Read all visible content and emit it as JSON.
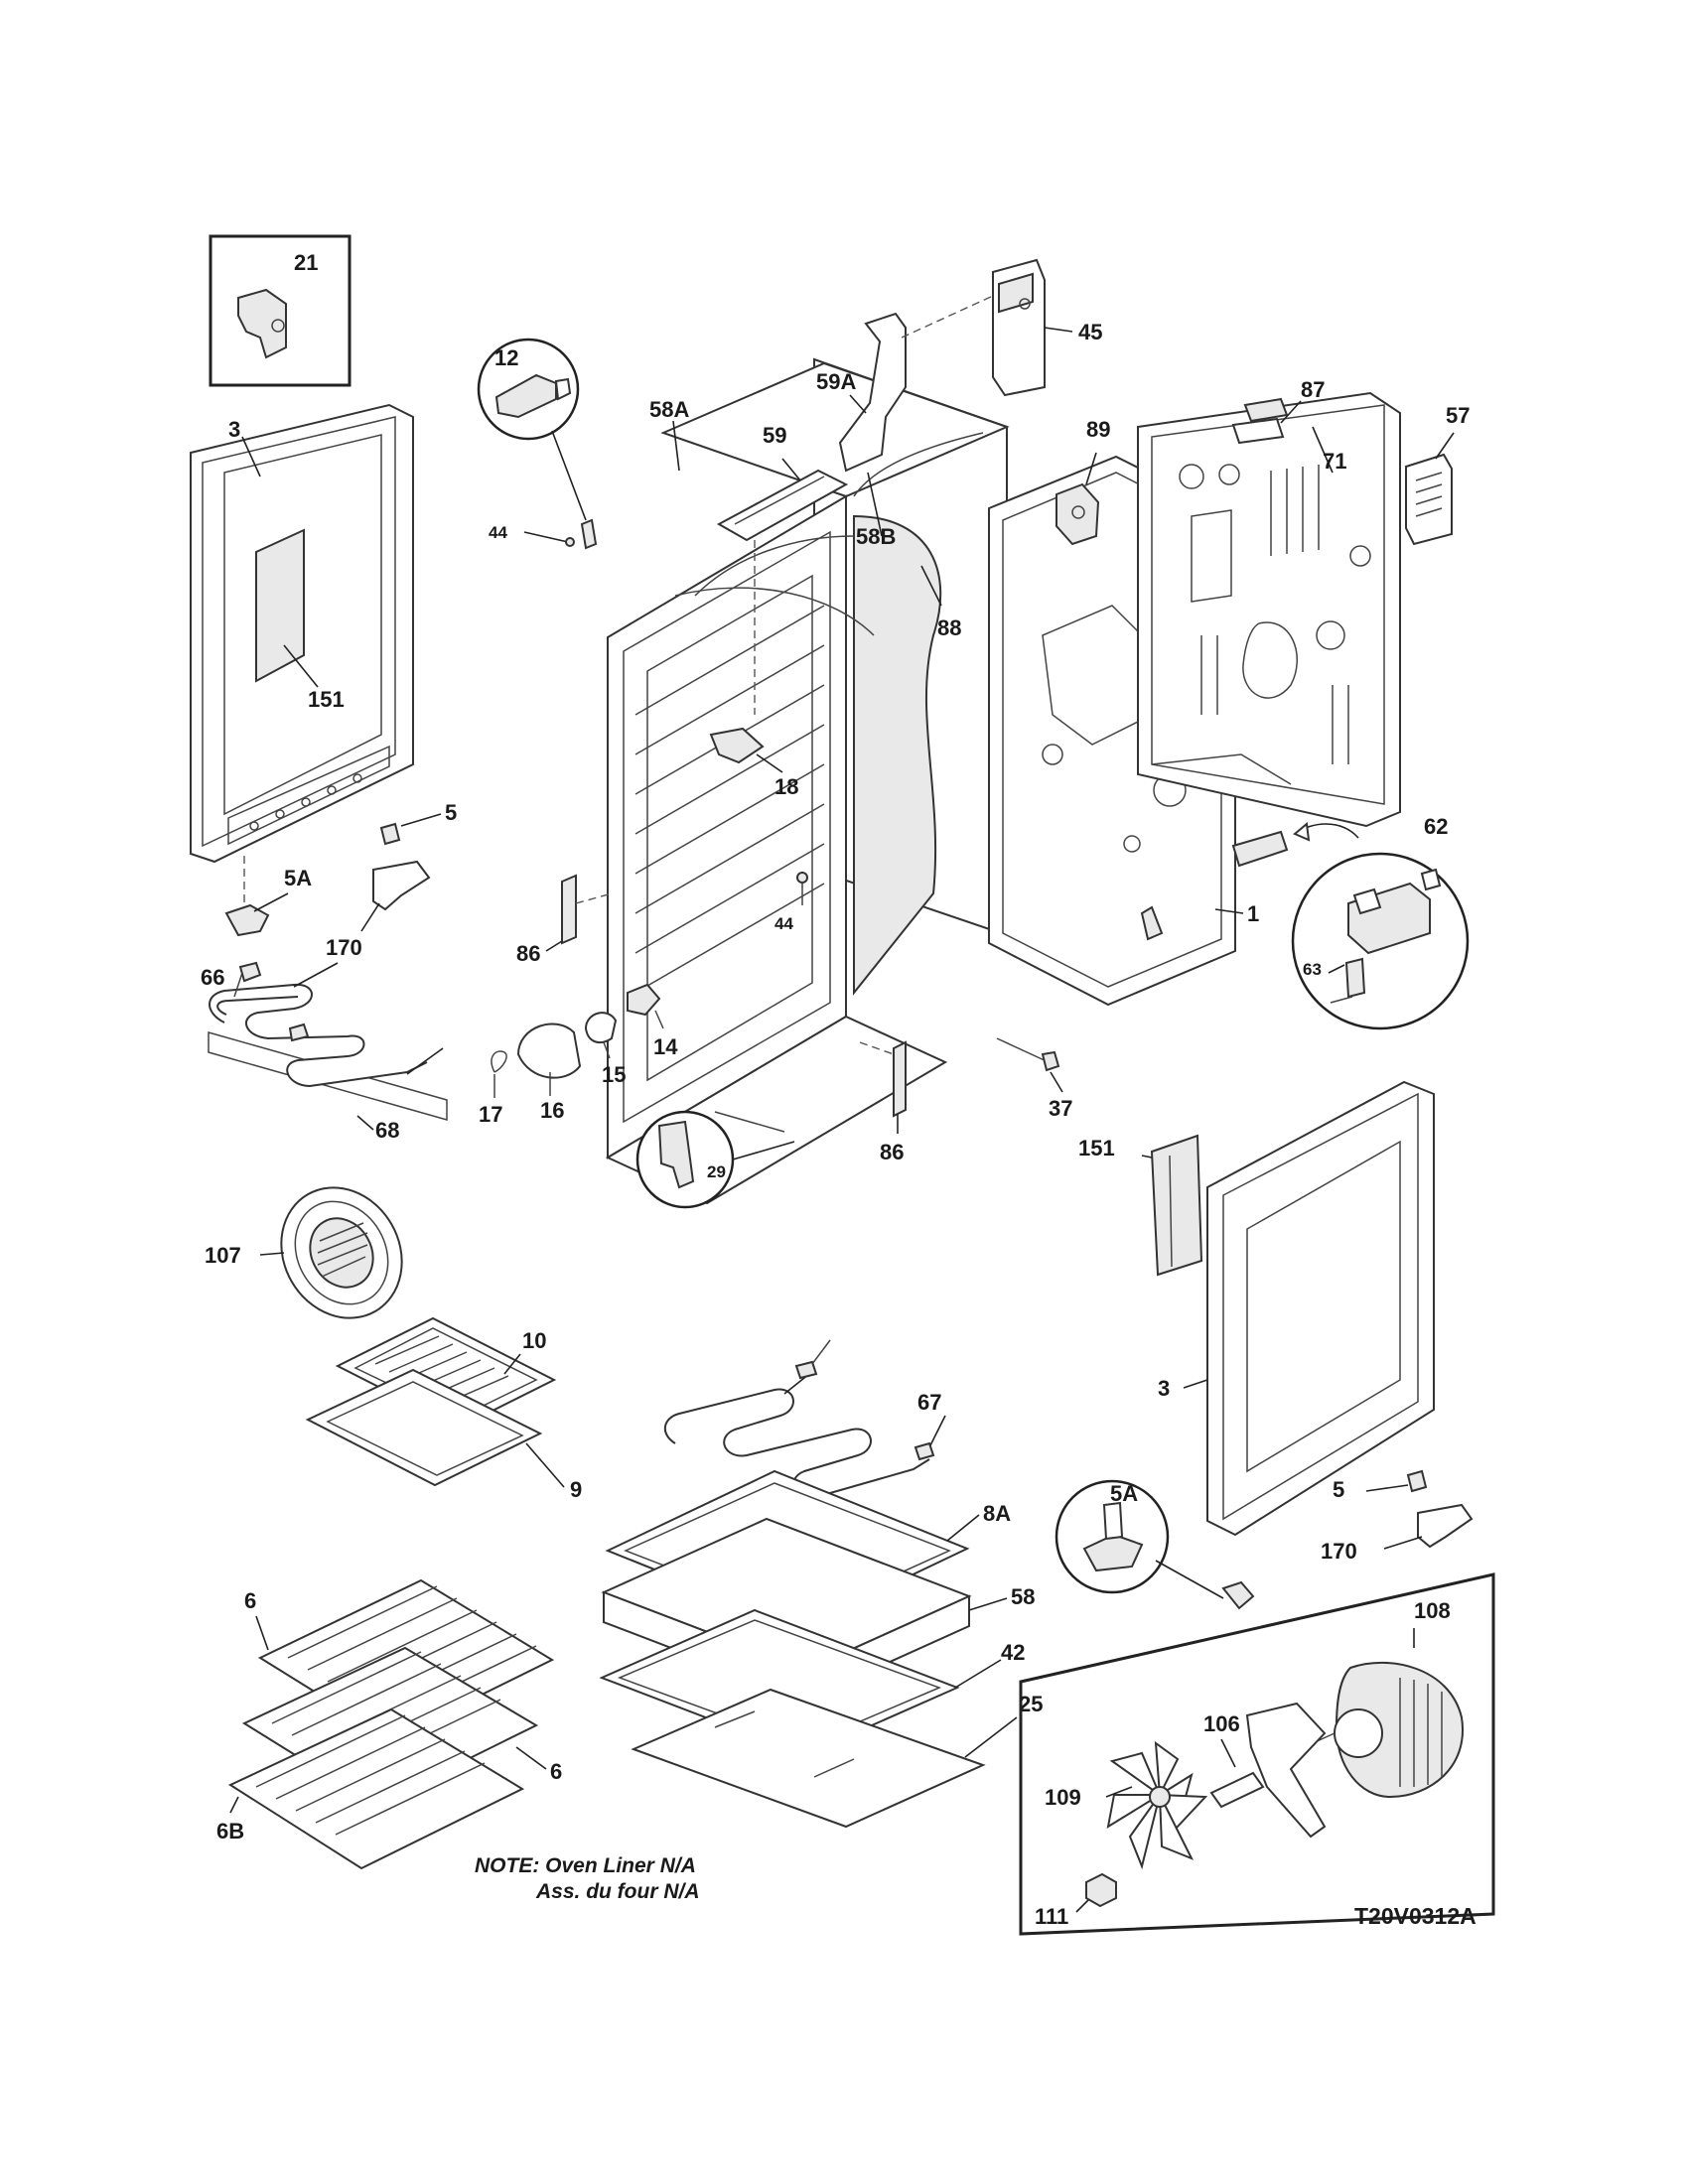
{
  "diagram": {
    "labels": {
      "p21": "21",
      "p3_top": "3",
      "p151_top": "151",
      "p5_top": "5",
      "p5a_top": "5A",
      "p170_top": "170",
      "p66": "66",
      "p68": "68",
      "p12": "12",
      "p44_a": "44",
      "p58a": "58A",
      "p18": "18",
      "p44_b": "44",
      "p86_a": "86",
      "p14": "14",
      "p15": "15",
      "p16": "16",
      "p17": "17",
      "p29": "29",
      "p86_b": "86",
      "p37": "37",
      "p59": "59",
      "p59a": "59A",
      "p45": "45",
      "p58b": "58B",
      "p88": "88",
      "p89": "89",
      "p87": "87",
      "p71": "71",
      "p57": "57",
      "p1": "1",
      "p62": "62",
      "p63": "63",
      "p151_bot": "151",
      "p3_bot": "3",
      "p5_bot": "5",
      "p5a_bot": "5A",
      "p170_bot": "170",
      "p107": "107",
      "p10": "10",
      "p9": "9",
      "p67": "67",
      "p8a": "8A",
      "p58": "58",
      "p42": "42",
      "p25": "25",
      "p6_a": "6",
      "p6_b": "6",
      "p6b": "6B",
      "p108": "108",
      "p106": "106",
      "p109": "109",
      "p111": "111"
    },
    "note_line1": "NOTE: Oven Liner N/A",
    "note_line2": "Ass. du four N/A",
    "diagram_code": "T20V0312A"
  }
}
